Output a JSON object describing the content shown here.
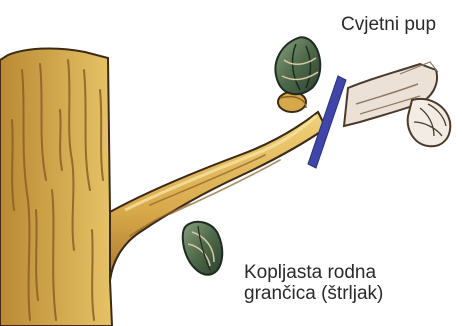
{
  "labels": {
    "flower_bud": "Cvjetni pup",
    "spur_line1": "Kopljasta rodna",
    "spur_line2": "grančica (štrljak)"
  },
  "colors": {
    "wood_light": "#e7c467",
    "wood_mid": "#c9973c",
    "wood_dark": "#7b5524",
    "bud_green": "#4e6a4a",
    "bud_dark": "#2c3f2e",
    "cut_line": "#3f46a8",
    "removed_wood": "#ece1d7",
    "outline": "#3b2a16"
  },
  "icons": [
    "flower-bud-icon",
    "leaf-bud-icon",
    "pruning-cut-line",
    "removed-twig"
  ]
}
